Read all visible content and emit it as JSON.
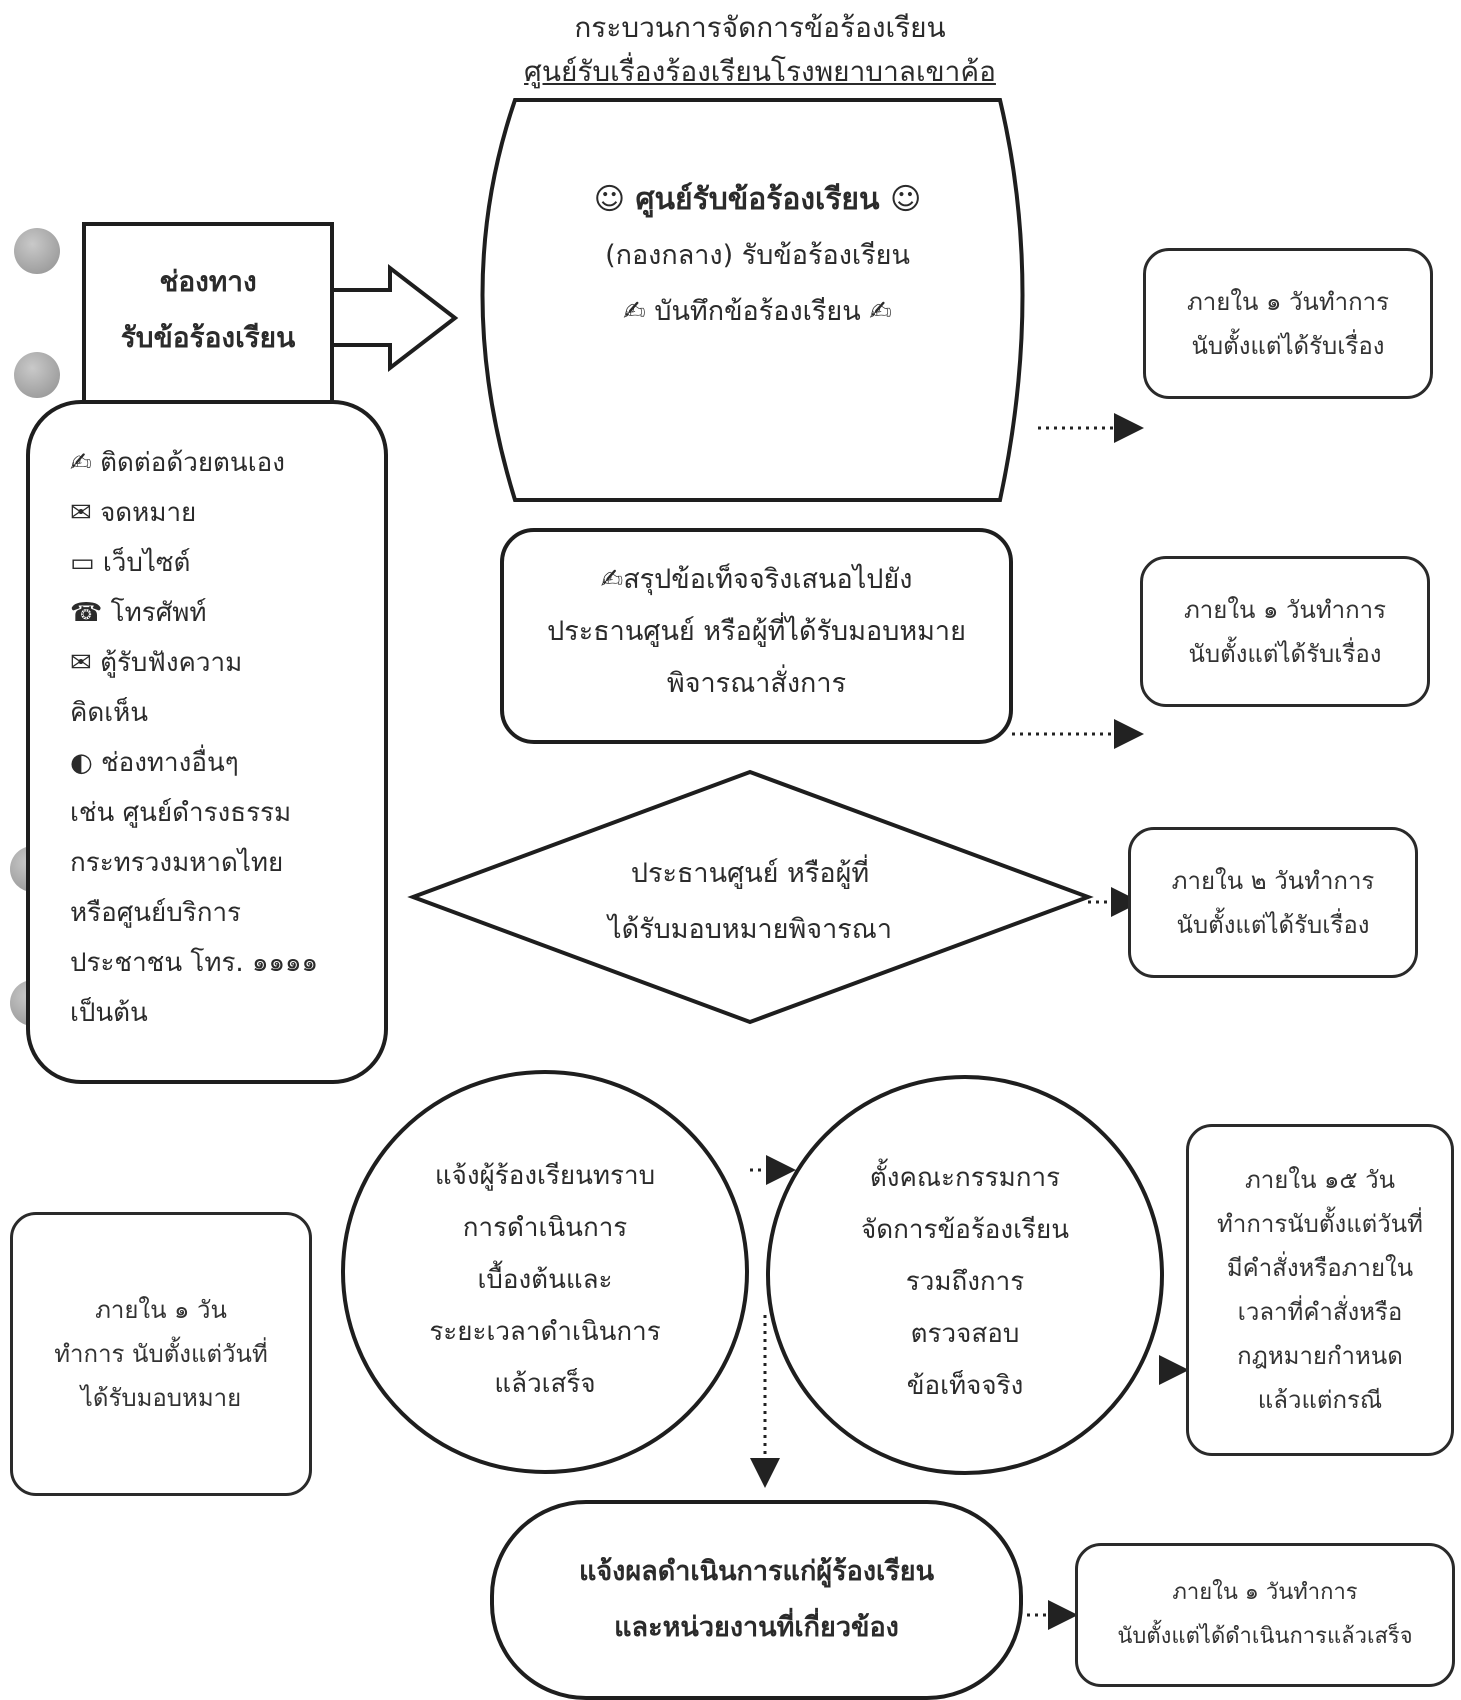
{
  "title": {
    "line1": "กระบวนการจัดการข้อร้องเรียน",
    "line2": "ศูนย์รับเรื่องร้องเรียนโรงพยาบาลเขาค้อ"
  },
  "channels": {
    "heading_line1": "ช่องทาง",
    "heading_line2": "รับข้อร้องเรียน",
    "items": [
      {
        "icon": "pen-icon",
        "text": "ติดต่อด้วยตนเอง"
      },
      {
        "icon": "letter-icon",
        "text": "จดหมาย"
      },
      {
        "icon": "computer-icon",
        "text": "เว็บไซต์"
      },
      {
        "icon": "telephone-icon",
        "text": "โทรศัพท์"
      },
      {
        "icon": "mailbox-icon",
        "text": "ตู้รับฟังความ"
      },
      {
        "icon": "",
        "text": "คิดเห็น"
      },
      {
        "icon": "other-channel-icon",
        "text": "ช่องทางอื่นๆ"
      },
      {
        "icon": "",
        "text": "เช่น ศูนย์ดำรงธรรม"
      },
      {
        "icon": "",
        "text": "กระทรวงมหาดไทย"
      },
      {
        "icon": "",
        "text": "หรือศูนย์บริการ"
      },
      {
        "icon": "",
        "text": "ประชาชน โทร. ๑๑๑๑"
      },
      {
        "icon": "",
        "text": "เป็นต้น"
      }
    ]
  },
  "center": {
    "heading": "ศูนย์รับข้อร้องเรียน",
    "line2": "(กองกลาง) รับข้อร้องเรียน",
    "line3": "บันทึกข้อร้องเรียน"
  },
  "summary": {
    "line1": "สรุปข้อเท็จจริงเสนอไปยัง",
    "line2": "ประธานศูนย์ หรือผู้ที่ได้รับมอบหมาย",
    "line3": "พิจารณาสั่งการ"
  },
  "decision": {
    "line1": "ประธานศูนย์ หรือผู้ที่",
    "line2": "ได้รับมอบหมายพิจารณา"
  },
  "notify_initial": {
    "lines": [
      "แจ้งผู้ร้องเรียนทราบ",
      "การดำเนินการ",
      "เบื้องต้นและ",
      "ระยะเวลาดำเนินการ",
      "แล้วเสร็จ"
    ]
  },
  "committee": {
    "lines": [
      "ตั้งคณะกรรมการ",
      "จัดการข้อร้องเรียน",
      "รวมถึงการ",
      "ตรวจสอบ",
      "ข้อเท็จจริง"
    ]
  },
  "final": {
    "line1": "แจ้งผลดำเนินการแก่ผู้ร้องเรียน",
    "line2": "และหน่วยงานที่เกี่ยวข้อง"
  },
  "timeframes": {
    "t1": {
      "line1": "ภายใน ๑ วันทำการ",
      "line2": "นับตั้งแต่ได้รับเรื่อง"
    },
    "t2": {
      "line1": "ภายใน ๑ วันทำการ",
      "line2": "นับตั้งแต่ได้รับเรื่อง"
    },
    "t3": {
      "line1": "ภายใน ๒ วันทำการ",
      "line2": "นับตั้งแต่ได้รับเรื่อง"
    },
    "t4": {
      "lines": [
        "ภายใน ๑๕ วัน",
        "ทำการนับตั้งแต่วันที่",
        "มีคำสั่งหรือภายใน",
        "เวลาที่คำสั่งหรือ",
        "กฎหมายกำหนด",
        "แล้วแต่กรณี"
      ]
    },
    "t5": {
      "lines": [
        "ภายใน ๑ วัน",
        "ทำการ นับตั้งแต่วันที่",
        "ได้รับมอบหมาย"
      ]
    },
    "t6": {
      "line1": "ภายใน ๑ วันทำการ",
      "line2": "นับตั้งแต่ได้ดำเนินการแล้วเสร็จ"
    }
  }
}
